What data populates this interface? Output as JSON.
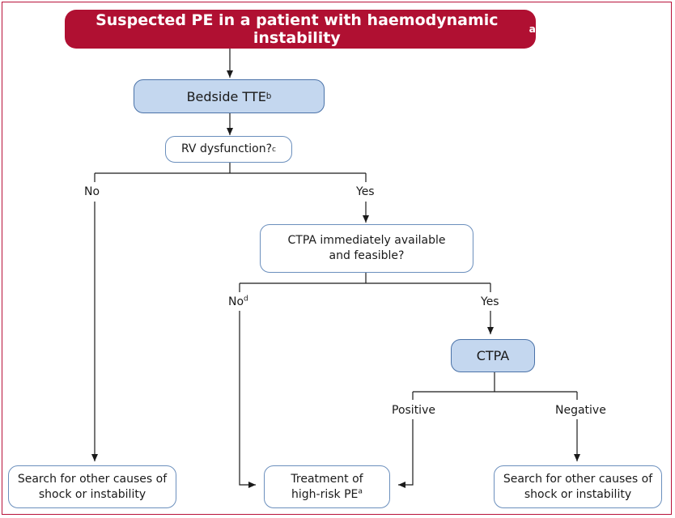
{
  "title": {
    "text": "Suspected PE in a patient with haemodynamic instability",
    "sup": "a"
  },
  "bedside_tte": {
    "text": "Bedside TTE",
    "sup": "b"
  },
  "rv_dysfunction": {
    "text": "RV dysfunction?",
    "sup": "c"
  },
  "branch_no": "No",
  "branch_yes": "Yes",
  "ctpa_question": {
    "line1": "CTPA immediately available",
    "line2": "and feasible?"
  },
  "branch_no_d": {
    "text": "No",
    "sup": "d"
  },
  "branch_yes_2": "Yes",
  "ctpa": "CTPA",
  "branch_positive": "Positive",
  "branch_negative": "Negative",
  "search_left": {
    "line1": "Search for other causes of",
    "line2": "shock or instability"
  },
  "treatment": {
    "line1": "Treatment of",
    "line2": "high-risk PE",
    "sup": "a"
  },
  "search_right": {
    "line1": "Search for other causes of",
    "line2": "shock or instability"
  },
  "colors": {
    "title_bg": "#b01032",
    "frame": "#b8123a",
    "blue_fill": "#c4d7ef",
    "blue_border": "#4a72a8",
    "white_border": "#6b8fbd"
  }
}
